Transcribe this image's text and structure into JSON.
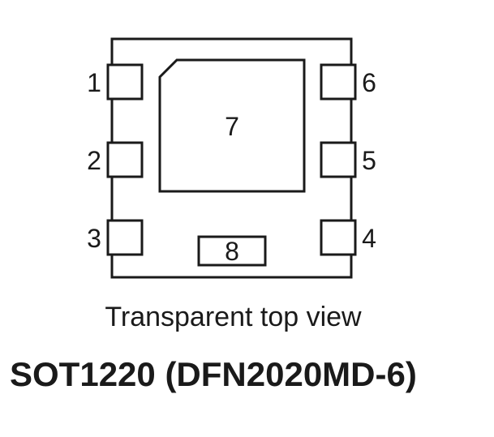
{
  "pins": [
    {
      "id": "1",
      "label": "1"
    },
    {
      "id": "2",
      "label": "2"
    },
    {
      "id": "3",
      "label": "3"
    },
    {
      "id": "4",
      "label": "4"
    },
    {
      "id": "5",
      "label": "5"
    },
    {
      "id": "6",
      "label": "6"
    },
    {
      "id": "7",
      "label": "7"
    },
    {
      "id": "8",
      "label": "8"
    }
  ],
  "view_label": "Transparent top view",
  "package_title": "SOT1220 (DFN2020MD-6)",
  "colors": {
    "stroke": "#1a1a1a",
    "background": "#ffffff"
  }
}
